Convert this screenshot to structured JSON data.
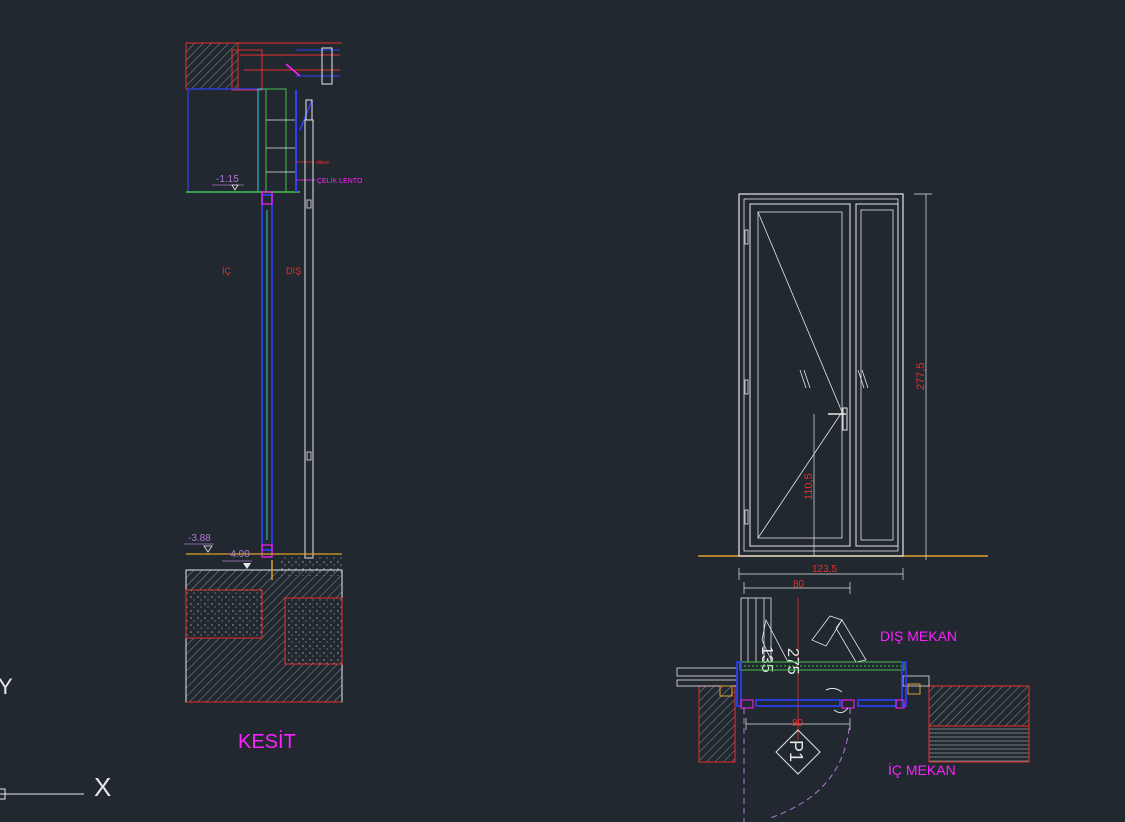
{
  "colors": {
    "background": "#212830",
    "red": "#e8312a",
    "blue": "#2f3fff",
    "magenta": "#ff20ff",
    "white": "#e6e6e6",
    "cyan": "#27d0c8",
    "green": "#46c04a",
    "orange": "#e0a030",
    "gray": "#8a8f96",
    "violet": "#b07ad0"
  },
  "section": {
    "title": "KESİT",
    "level_top": "-1.15",
    "level_mid": "-3.88",
    "level_low": "-4.00",
    "interior_label": "İÇ",
    "exterior_label": "DIŞ",
    "lintel_label": "ÇELİK LENTO",
    "small_red_label": "dikme"
  },
  "elevation": {
    "height_dim": "277,5",
    "handle_dim": "110,5",
    "total_width_dim": "123,5",
    "leaf_width_dim": "80"
  },
  "plan": {
    "outside_label": "DIŞ MEKAN",
    "inside_label": "İÇ MEKAN",
    "dim_a": "135",
    "dim_b": "275",
    "opening_dim": "80",
    "tag": "P1"
  },
  "ucs": {
    "y_label": "Y",
    "x_label": "X"
  }
}
